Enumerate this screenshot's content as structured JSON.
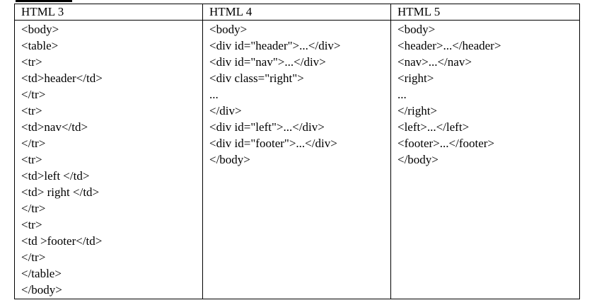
{
  "table": {
    "headers": [
      "HTML 3",
      "HTML 4",
      "HTML 5"
    ],
    "columns": [
      [
        "<body>",
        "<table>",
        "<tr>",
        "<td>header</td>",
        "</tr>",
        "<tr>",
        "<td>nav</td>",
        "</tr>",
        "<tr>",
        "<td>left </td>",
        "<td> right </td>",
        "</tr>",
        "<tr>",
        "<td >footer</td>",
        "</tr>",
        "</table>",
        "</body>"
      ],
      [
        "<body>",
        "<div id=\"header\">...</div>",
        "<div id=\"nav\">...</div>",
        "<div class=\"right\">",
        "...",
        "</div>",
        "<div id=\"left\">...</div>",
        "<div id=\"footer\">...</div>",
        "</body>"
      ],
      [
        "<body>",
        "<header>...</header>",
        "<nav>...</nav>",
        "<right>",
        "...",
        "</right>",
        "<left>...</left>",
        "<footer>...</footer>",
        "</body>"
      ]
    ]
  }
}
